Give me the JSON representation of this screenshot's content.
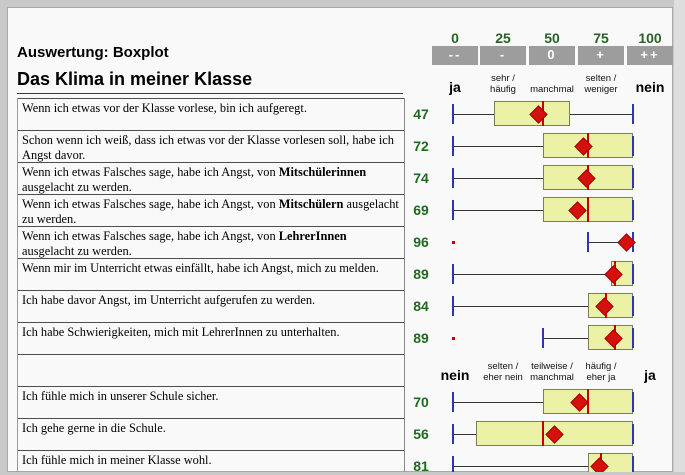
{
  "header": {
    "section_label": "Auswertung: Boxplot",
    "title": "Das Klima in meiner Klasse"
  },
  "colors": {
    "box_fill": "#ebf2a6",
    "box_border": "#7e7e55",
    "median_line": "#c60000",
    "mean_marker": "#d60f0f",
    "whisker_cap": "#3232b4",
    "value_number": "#1e6b1e",
    "tick_number": "#266326",
    "button_bg": "#9d9d9d",
    "button_text": "#ffffff"
  },
  "chart_data": {
    "type": "boxplot",
    "orientation": "horizontal",
    "title": "Das Klima in meiner Klasse",
    "axis": {
      "min": 0,
      "max": 100,
      "ticks": [
        "0",
        "25",
        "50",
        "75",
        "100"
      ]
    },
    "button_labels": [
      "--",
      "-",
      "0",
      "+",
      "++"
    ],
    "scale_top": {
      "left": "ja",
      "labels": [
        "sehr /\nhäufig",
        "manchmal",
        "selten /\nweniger"
      ],
      "right": "nein"
    },
    "scale_bottom": {
      "left": "nein",
      "labels": [
        "selten /\neher nein",
        "teilweise /\nmanchmal",
        "häufig /\neher ja"
      ],
      "right": "ja"
    },
    "sections": [
      {
        "rows": [
          {
            "question": {
              "pre": "Wenn ich etwas vor der Klasse vorlese, bin ich aufgeregt.",
              "bold": "",
              "post": ""
            },
            "mean": 47,
            "median": 50,
            "q1": 23,
            "q3": 65,
            "whisker_min": 0,
            "whisker_max": 100,
            "outlier": null
          },
          {
            "question": {
              "pre": "Schon wenn ich weiß, dass ich etwas vor der Klasse vorlesen soll, habe ich Angst davor.",
              "bold": "",
              "post": ""
            },
            "mean": 72,
            "median": 75,
            "q1": 50,
            "q3": 100,
            "whisker_min": 0,
            "whisker_max": 100,
            "outlier": null
          },
          {
            "question": {
              "pre": "Wenn ich etwas Falsches sage, habe ich Angst, von ",
              "bold": "Mitschülerinnen",
              "post": " ausgelacht zu werden."
            },
            "mean": 74,
            "median": 75,
            "q1": 50,
            "q3": 100,
            "whisker_min": 0,
            "whisker_max": 100,
            "outlier": null
          },
          {
            "question": {
              "pre": "Wenn ich etwas Falsches sage, habe ich Angst, von ",
              "bold": "Mitschülern",
              "post": " ausgelacht zu werden."
            },
            "mean": 69,
            "median": 75,
            "q1": 50,
            "q3": 100,
            "whisker_min": 0,
            "whisker_max": 100,
            "outlier": null
          },
          {
            "question": {
              "pre": "Wenn ich etwas Falsches sage, habe ich Angst, von ",
              "bold": "LehrerInnen",
              "post": " ausgelacht zu werden."
            },
            "mean": 96,
            "median": null,
            "q1": null,
            "q3": null,
            "whisker_min": 75,
            "whisker_max": 100,
            "outlier": 0
          },
          {
            "question": {
              "pre": "Wenn mir im Unterricht etwas einfällt, habe ich Angst, mich zu melden.",
              "bold": "",
              "post": ""
            },
            "mean": 89,
            "median": 90,
            "q1": 88,
            "q3": 100,
            "whisker_min": 0,
            "whisker_max": 100,
            "outlier": null
          },
          {
            "question": {
              "pre": "Ich habe davor Angst, im Unterricht aufgerufen zu werden.",
              "bold": "",
              "post": ""
            },
            "mean": 84,
            "median": 85,
            "q1": 75,
            "q3": 100,
            "whisker_min": 0,
            "whisker_max": 100,
            "outlier": null
          },
          {
            "question": {
              "pre": "Ich habe Schwierigkeiten, mich mit LehrerInnen zu unterhalten.",
              "bold": "",
              "post": ""
            },
            "mean": 89,
            "median": 90,
            "q1": 75,
            "q3": 100,
            "whisker_min": 50,
            "whisker_max": 100,
            "outlier": 0
          }
        ]
      },
      {
        "rows": [
          {
            "question": {
              "pre": "Ich fühle mich in unserer Schule sicher.",
              "bold": "",
              "post": ""
            },
            "mean": 70,
            "median": 75,
            "q1": 50,
            "q3": 100,
            "whisker_min": 0,
            "whisker_max": 100,
            "outlier": null
          },
          {
            "question": {
              "pre": "Ich gehe gerne in die Schule.",
              "bold": "",
              "post": ""
            },
            "mean": 56,
            "median": 50,
            "q1": 12.5,
            "q3": 100,
            "whisker_min": 0,
            "whisker_max": 100,
            "outlier": null
          },
          {
            "question": {
              "pre": "Ich fühle mich in meiner Klasse wohl.",
              "bold": "",
              "post": ""
            },
            "mean": 81,
            "median": 82,
            "q1": 75,
            "q3": 100,
            "whisker_min": 0,
            "whisker_max": 100,
            "outlier": null
          }
        ]
      }
    ]
  }
}
